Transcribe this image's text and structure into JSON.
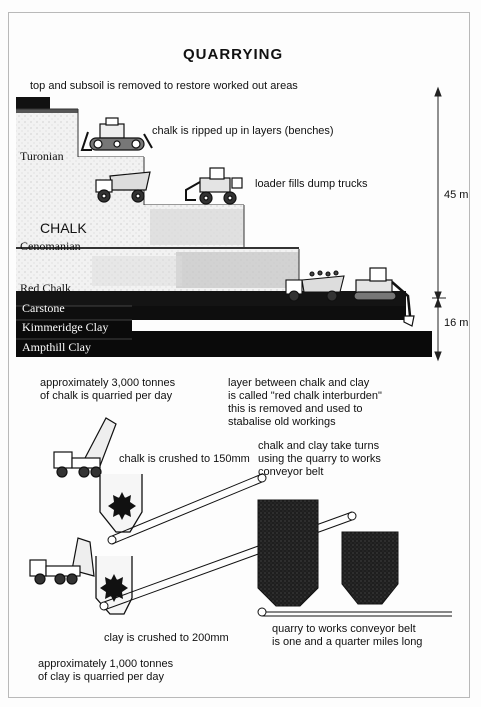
{
  "title": "QUARRYING",
  "notes": {
    "topsoil": "top and subsoil is removed to restore worked out areas",
    "ripped": "chalk is ripped up in layers (benches)",
    "loader": "loader fills dump trucks",
    "tonnes_chalk": [
      "approximately 3,000 tonnes",
      "of chalk is quarried per day"
    ],
    "interburden": [
      "layer between chalk and clay",
      "is called \"red chalk interburden\"",
      "this is removed and used to",
      "stabalise old workings"
    ],
    "crush_chalk": "chalk is crushed to 150mm",
    "turns": [
      "chalk and clay take turns",
      "using the quarry to works",
      "conveyor belt"
    ],
    "crush_clay": "clay is crushed to 200mm",
    "conveyor": [
      "quarry to works conveyor belt",
      "is one and a quarter miles long"
    ],
    "tonnes_clay": [
      "approximately 1,000 tonnes",
      "of clay is quarried per day"
    ]
  },
  "strata": {
    "turonian": "Turonian",
    "chalk": "CHALK",
    "cenomanian": "Cenomanian",
    "red_chalk": "Red Chalk",
    "carstone": "Carstone",
    "kimmeridge": "Kimmeridge Clay",
    "ampthill": "Ampthill  Clay"
  },
  "dimensions": {
    "upper": "45 m",
    "lower": "16 m"
  },
  "icons": [
    "bulldozer-icon",
    "dump-truck-icon",
    "loader-icon",
    "excavator-icon",
    "crusher-icon",
    "hopper-icon"
  ]
}
